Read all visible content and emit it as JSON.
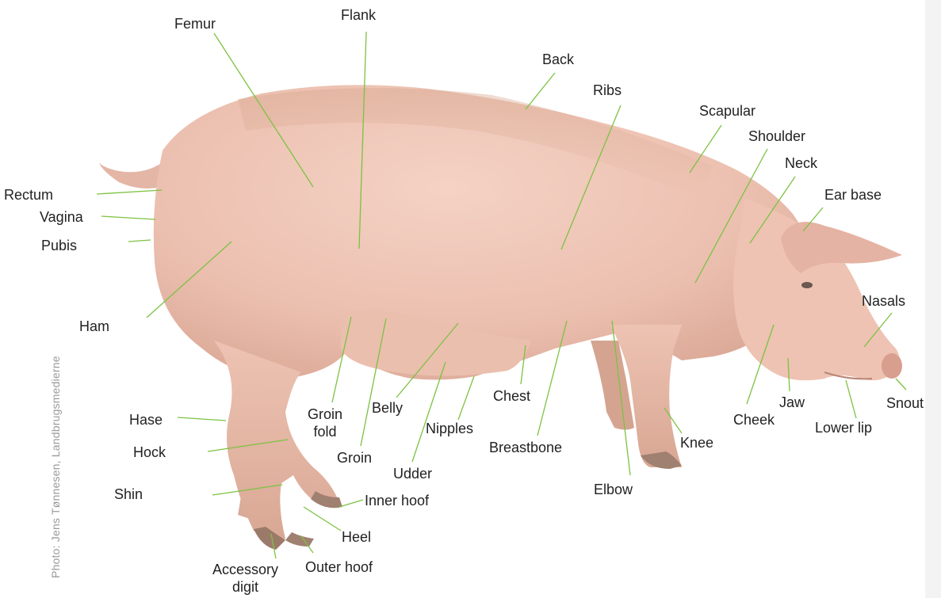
{
  "credit": "Photo: Jens Tønnesen, Landbrugsmedierne",
  "colors": {
    "leader_line": "#7cc242",
    "label_text": "#222222",
    "credit_text": "#9a9a9a",
    "pig_body": "#f1c9bb"
  },
  "labels": {
    "femur": "Femur",
    "flank": "Flank",
    "back": "Back",
    "ribs": "Ribs",
    "scapular": "Scapular",
    "shoulder": "Shoulder",
    "neck": "Neck",
    "ear_base": "Ear base",
    "nasals": "Nasals",
    "snout": "Snout",
    "jaw": "Jaw",
    "cheek": "Cheek",
    "lower_lip": "Lower lip",
    "knee": "Knee",
    "elbow": "Elbow",
    "breastbone": "Breastbone",
    "chest": "Chest",
    "nipples": "Nipples",
    "udder": "Udder",
    "belly": "Belly",
    "groin": "Groin",
    "groin_fold_1": "Groin",
    "groin_fold_2": "fold",
    "rectum": "Rectum",
    "vagina": "Vagina",
    "pubis": "Pubis",
    "ham": "Ham",
    "hase": "Hase",
    "hock": "Hock",
    "shin": "Shin",
    "inner_hoof": "Inner hoof",
    "heel": "Heel",
    "outer_hoof": "Outer hoof",
    "accessory_digit_1": "Accessory",
    "accessory_digit_2": "digit"
  }
}
